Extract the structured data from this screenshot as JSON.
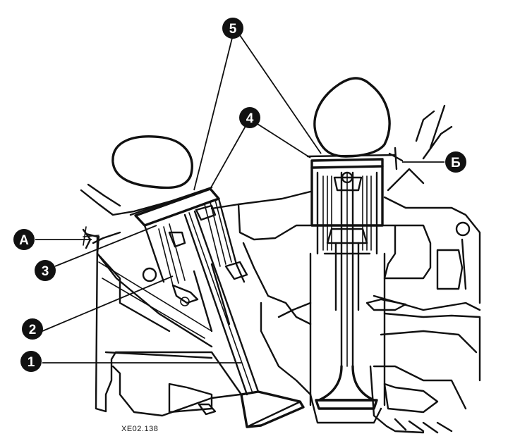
{
  "callouts": {
    "c1": "1",
    "c2": "2",
    "c3": "3",
    "c4": "4",
    "c5": "5",
    "cA": "A",
    "cB": "Б"
  },
  "caption": "XE02.138",
  "colors": {
    "ink": "#111111",
    "paper": "#ffffff"
  }
}
